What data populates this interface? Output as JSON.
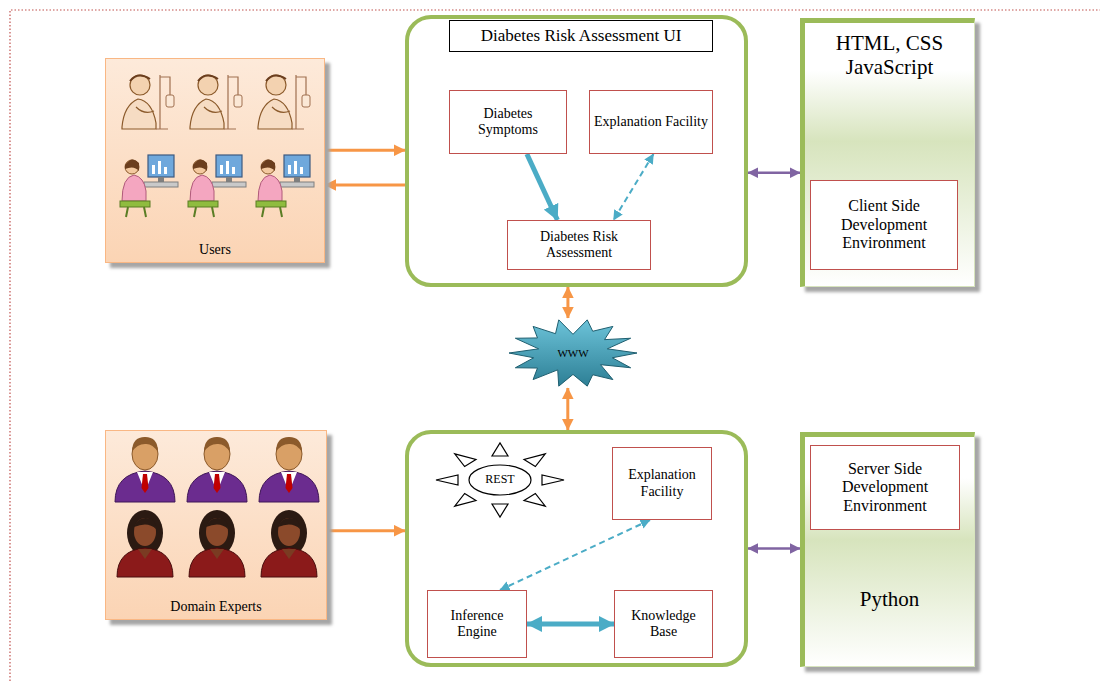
{
  "diagram": {
    "nodes": [
      {
        "text": [
          "Users"
        ]
      },
      {
        "text": []
      },
      {
        "text": [
          "Diabetes Risk Assessment UI"
        ],
        "in": 1
      },
      {
        "text": [
          "Diabetes Symptoms"
        ],
        "in": 1
      },
      {
        "text": [
          "Explanation Facility"
        ],
        "in": 1
      },
      {
        "text": [
          "Diabetes Risk Assessment"
        ],
        "in": 1
      },
      {
        "text": [
          "HTML, CSS JavaScript"
        ]
      },
      {
        "text": [
          "Client Side Development Environment"
        ],
        "in": 6
      },
      {
        "text": [
          "WWW"
        ]
      },
      {
        "text": [
          "Domain Experts"
        ]
      },
      {
        "text": []
      },
      {
        "text": [
          "REST"
        ],
        "in": 10
      },
      {
        "text": [
          "Explanation Facility"
        ],
        "in": 10
      },
      {
        "text": [
          "Inference Engine"
        ],
        "in": 10
      },
      {
        "text": [
          "Knowledge Base"
        ],
        "in": 10
      },
      {
        "text": [
          "Python"
        ]
      },
      {
        "text": [
          "Server Side Development Environment"
        ],
        "in": 15
      }
    ],
    "edges": [
      {
        "from": 0,
        "to": 1,
        "arrow": "to"
      },
      {
        "from": 1,
        "to": 0,
        "arrow": "to"
      },
      {
        "from": 3,
        "to": 5,
        "arrow": "to"
      },
      {
        "from": 4,
        "to": 5,
        "arrow": "both"
      },
      {
        "from": 1,
        "to": 6,
        "arrow": "both"
      },
      {
        "from": 1,
        "to": 8,
        "arrow": "both"
      },
      {
        "from": 8,
        "to": 10,
        "arrow": "both"
      },
      {
        "from": 9,
        "to": 10,
        "arrow": "to"
      },
      {
        "from": 12,
        "to": 13,
        "arrow": "both"
      },
      {
        "from": 13,
        "to": 14,
        "arrow": "both"
      },
      {
        "from": 10,
        "to": 15,
        "arrow": "both"
      }
    ]
  }
}
